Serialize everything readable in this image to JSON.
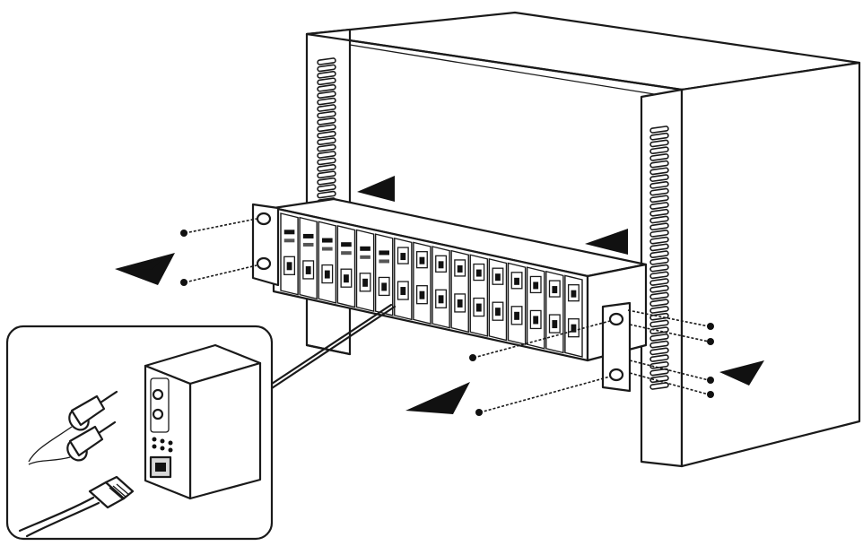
{
  "diagram": {
    "description_visible_text": [],
    "colors": {
      "ink": "#1a1a1a",
      "paper": "#ffffff"
    },
    "icons": [
      "rack-cabinet",
      "chassis-unit",
      "media-converter-card",
      "mounting-arrow",
      "screw",
      "fiber-connector",
      "rj45-cable"
    ],
    "slot_count": 16
  }
}
